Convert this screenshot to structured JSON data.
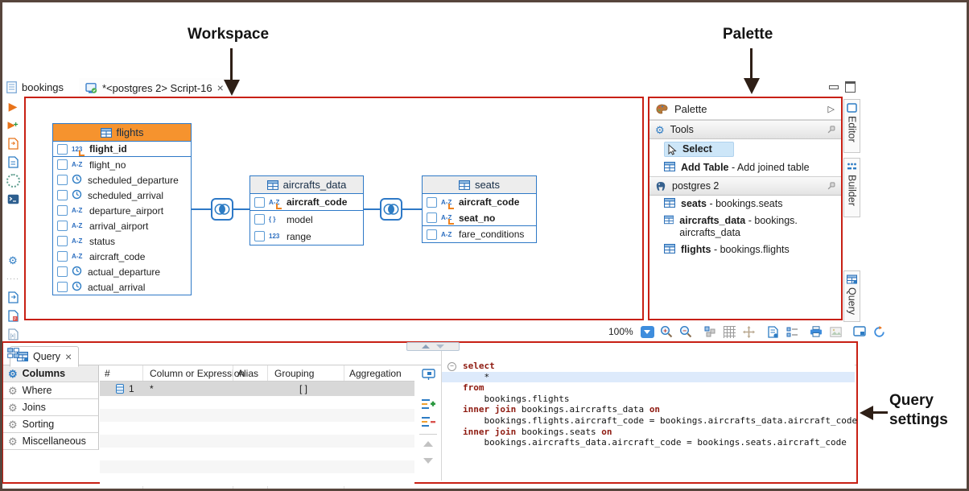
{
  "annotations": {
    "workspace": "Workspace",
    "palette": "Palette",
    "query_settings_line1": "Query",
    "query_settings_line2": "settings"
  },
  "header": {
    "project_name": "bookings",
    "tab_title": "*<postgres 2> Script-16",
    "close_label": "×"
  },
  "workspace": {
    "zoom_level": "100%",
    "tables": [
      {
        "name": "flights",
        "header_style": "orange",
        "columns": [
          {
            "name": "flight_id",
            "type": "number",
            "pk": true,
            "sep": true
          },
          {
            "name": "flight_no",
            "type": "text"
          },
          {
            "name": "scheduled_departure",
            "type": "datetime"
          },
          {
            "name": "scheduled_arrival",
            "type": "datetime"
          },
          {
            "name": "departure_airport",
            "type": "text"
          },
          {
            "name": "arrival_airport",
            "type": "text"
          },
          {
            "name": "status",
            "type": "text"
          },
          {
            "name": "aircraft_code",
            "type": "text"
          },
          {
            "name": "actual_departure",
            "type": "datetime"
          },
          {
            "name": "actual_arrival",
            "type": "datetime"
          }
        ]
      },
      {
        "name": "aircrafts_data",
        "header_style": "gray",
        "columns": [
          {
            "name": "aircraft_code",
            "type": "text",
            "pk": true,
            "sep": true
          },
          {
            "name": "model",
            "type": "json"
          },
          {
            "name": "range",
            "type": "number"
          }
        ]
      },
      {
        "name": "seats",
        "header_style": "gray",
        "columns": [
          {
            "name": "aircraft_code",
            "type": "text",
            "pk": true
          },
          {
            "name": "seat_no",
            "type": "text",
            "pk": true,
            "sep": true
          },
          {
            "name": "fare_conditions",
            "type": "text"
          }
        ]
      }
    ]
  },
  "palette": {
    "title": "Palette",
    "sections": [
      {
        "title": "Tools",
        "icon": "gear-blue",
        "items": [
          {
            "label": "Select",
            "desc": "",
            "icon": "cursor",
            "selected": true
          },
          {
            "label": "Add Table",
            "desc": " - Add joined table",
            "icon": "table"
          }
        ]
      },
      {
        "title": "postgres 2",
        "icon": "postgres",
        "items": [
          {
            "label": "seats",
            "desc": " - bookings.seats",
            "icon": "table"
          },
          {
            "label": "aircrafts_data",
            "desc": " - bookings.aircrafts_data",
            "icon": "table"
          },
          {
            "label": "flights",
            "desc": " - bookings.flights",
            "icon": "table"
          }
        ]
      }
    ]
  },
  "side_tabs": [
    "Editor",
    "Builder",
    "Query"
  ],
  "query_panel": {
    "tab_label": "Query",
    "close_label": "×",
    "nav": [
      "Columns",
      "Where",
      "Joins",
      "Sorting",
      "Miscellaneous"
    ],
    "grid": {
      "headers": [
        "#",
        "Column or Expression",
        "Alias",
        "Grouping",
        "Aggregation"
      ],
      "rows": [
        {
          "num": "1",
          "expression": "*",
          "alias": "",
          "grouping": "[ ]",
          "aggregation": ""
        }
      ]
    },
    "sql_lines": [
      [
        {
          "t": "select",
          "k": true
        }
      ],
      [
        {
          "t": "    *",
          "k": false
        }
      ],
      [
        {
          "t": "from",
          "k": true
        }
      ],
      [
        {
          "t": "    bookings.flights",
          "k": false
        }
      ],
      [
        {
          "t": "inner join",
          "k": true
        },
        {
          "t": " bookings.aircrafts_data ",
          "k": false
        },
        {
          "t": "on",
          "k": true
        }
      ],
      [
        {
          "t": "    bookings.flights.aircraft_code = bookings.aircrafts_data.aircraft_code",
          "k": false
        }
      ],
      [
        {
          "t": "inner join",
          "k": true
        },
        {
          "t": " bookings.seats ",
          "k": false
        },
        {
          "t": "on",
          "k": true
        }
      ],
      [
        {
          "t": "    bookings.aircrafts_data.aircraft_code = bookings.seats.aircraft_code",
          "k": false
        }
      ]
    ]
  },
  "colors": {
    "accent_blue": "#2d7cc4",
    "annotation_red": "#c82014",
    "table_header_orange": "#f6932e",
    "frame_brown": "#57453c",
    "sql_keyword": "#8e1a10"
  }
}
